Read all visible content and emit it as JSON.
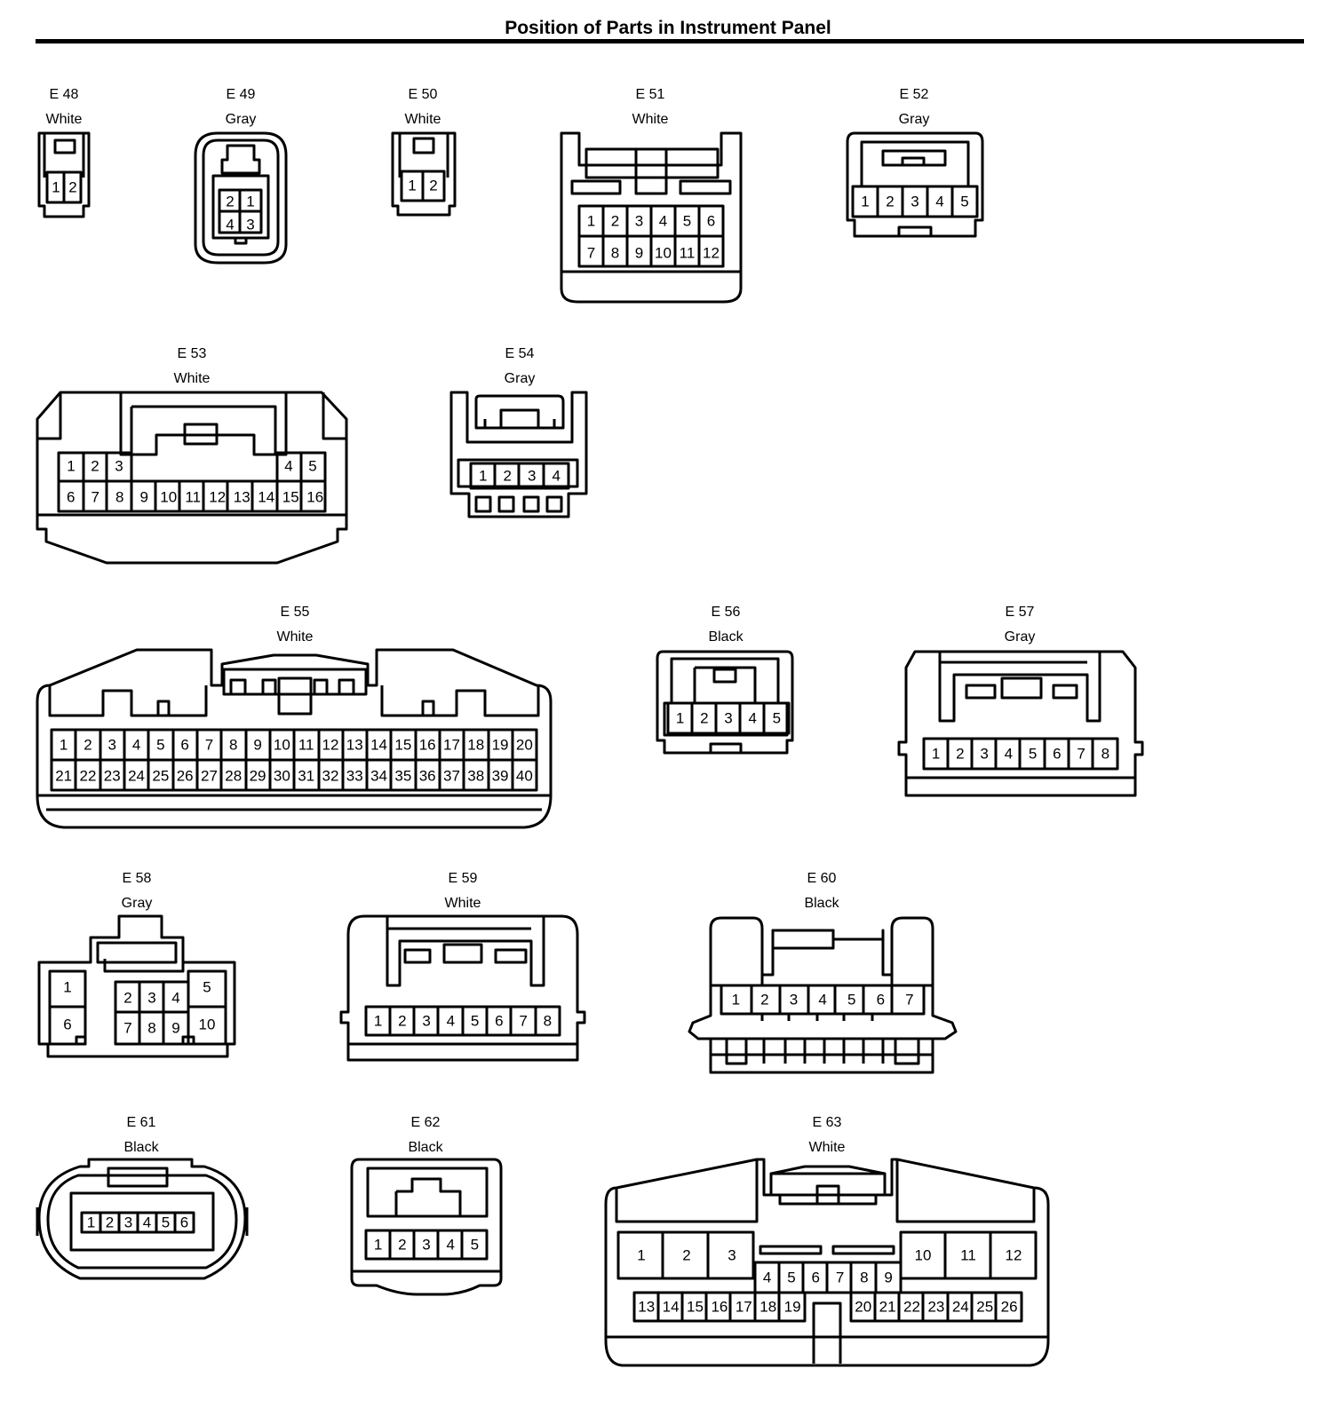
{
  "title": "Position of Parts in Instrument Panel",
  "connectors": [
    {
      "id": "E 48",
      "color": "White",
      "pins": [
        "1",
        "2"
      ]
    },
    {
      "id": "E 49",
      "color": "Gray",
      "pins": [
        "2",
        "1",
        "4",
        "3"
      ]
    },
    {
      "id": "E 50",
      "color": "White",
      "pins": [
        "1",
        "2"
      ]
    },
    {
      "id": "E 51",
      "color": "White",
      "pins": [
        "1",
        "2",
        "3",
        "4",
        "5",
        "6",
        "7",
        "8",
        "9",
        "10",
        "11",
        "12"
      ]
    },
    {
      "id": "E 52",
      "color": "Gray",
      "pins": [
        "1",
        "2",
        "3",
        "4",
        "5"
      ]
    },
    {
      "id": "E 53",
      "color": "White",
      "pins": [
        "1",
        "2",
        "3",
        "4",
        "5",
        "6",
        "7",
        "8",
        "9",
        "10",
        "11",
        "12",
        "13",
        "14",
        "15",
        "16"
      ]
    },
    {
      "id": "E 54",
      "color": "Gray",
      "pins": [
        "1",
        "2",
        "3",
        "4"
      ]
    },
    {
      "id": "E 55",
      "color": "White",
      "pins": [
        "1",
        "2",
        "3",
        "4",
        "5",
        "6",
        "7",
        "8",
        "9",
        "10",
        "11",
        "12",
        "13",
        "14",
        "15",
        "16",
        "17",
        "18",
        "19",
        "20",
        "21",
        "22",
        "23",
        "24",
        "25",
        "26",
        "27",
        "28",
        "29",
        "30",
        "31",
        "32",
        "33",
        "34",
        "35",
        "36",
        "37",
        "38",
        "39",
        "40"
      ]
    },
    {
      "id": "E 56",
      "color": "Black",
      "pins": [
        "1",
        "2",
        "3",
        "4",
        "5"
      ]
    },
    {
      "id": "E 57",
      "color": "Gray",
      "pins": [
        "1",
        "2",
        "3",
        "4",
        "5",
        "6",
        "7",
        "8"
      ]
    },
    {
      "id": "E 58",
      "color": "Gray",
      "pins": [
        "1",
        "2",
        "3",
        "4",
        "5",
        "6",
        "7",
        "8",
        "9",
        "10"
      ]
    },
    {
      "id": "E 59",
      "color": "White",
      "pins": [
        "1",
        "2",
        "3",
        "4",
        "5",
        "6",
        "7",
        "8"
      ]
    },
    {
      "id": "E 60",
      "color": "Black",
      "pins": [
        "1",
        "2",
        "3",
        "4",
        "5",
        "6",
        "7"
      ]
    },
    {
      "id": "E 61",
      "color": "Black",
      "pins": [
        "1",
        "2",
        "3",
        "4",
        "5",
        "6"
      ]
    },
    {
      "id": "E 62",
      "color": "Black",
      "pins": [
        "1",
        "2",
        "3",
        "4",
        "5"
      ]
    },
    {
      "id": "E 63",
      "color": "White",
      "pins": [
        "1",
        "2",
        "3",
        "4",
        "5",
        "6",
        "7",
        "8",
        "9",
        "10",
        "11",
        "12",
        "13",
        "14",
        "15",
        "16",
        "17",
        "18",
        "19",
        "20",
        "21",
        "22",
        "23",
        "24",
        "25",
        "26"
      ]
    }
  ]
}
